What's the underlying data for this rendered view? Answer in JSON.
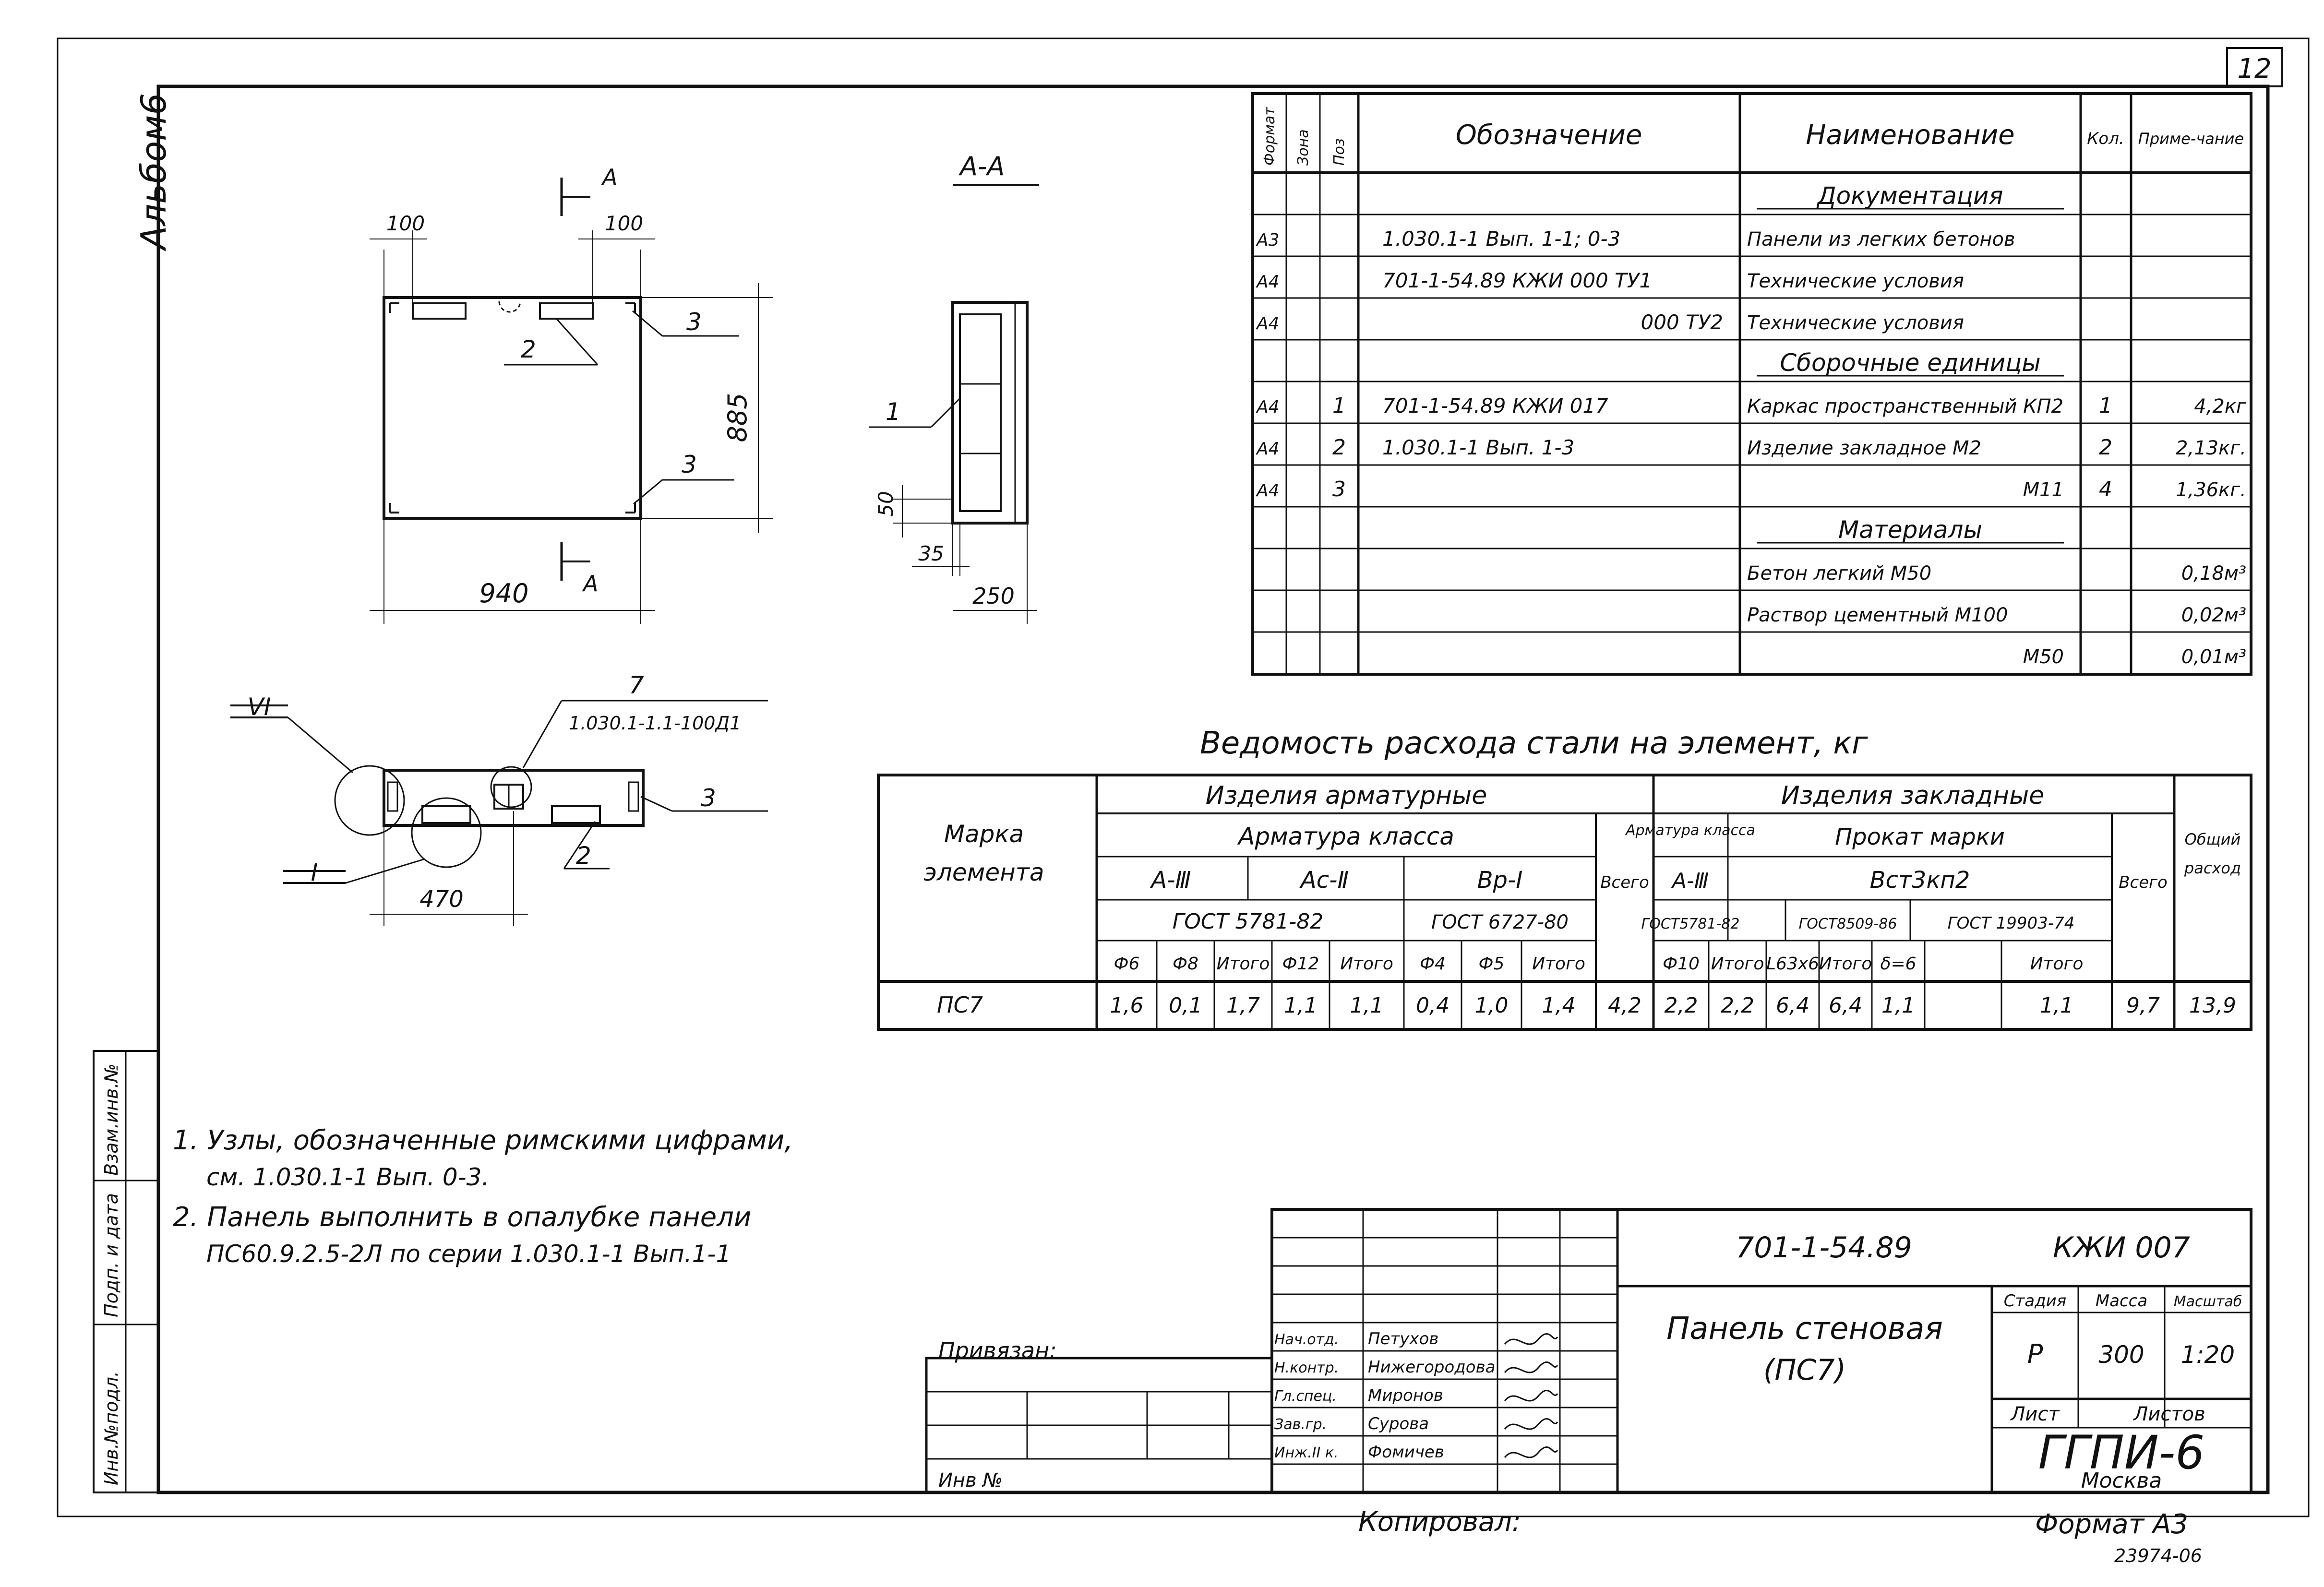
{
  "sheet": {
    "number": "12",
    "album": "Альбом6",
    "copied": "Копировал: ",
    "format": "Формат А3",
    "order_no": "23974-06"
  },
  "drawing": {
    "dim_100_left": "100",
    "dim_100_right": "100",
    "dim_885": "885",
    "dim_940": "940",
    "section_mark": "А",
    "section_title": "А-А",
    "dim_50": "50",
    "dim_35": "35",
    "dim_250": "250",
    "dim_470": "470",
    "callout_1": "1",
    "callout_2": "2",
    "callout_3": "3",
    "callout_7": "7",
    "node_VI": "VI",
    "node_I": "I",
    "node_ref": "1.030.1-1.1-100Д1"
  },
  "spec": {
    "headers": [
      "Формат",
      "Зона",
      "Поз",
      "Обозначение",
      "Наименование",
      "Кол.",
      "Приме-чание"
    ],
    "rows": [
      {
        "fmt": "",
        "pos": "",
        "code": "",
        "name": "Документация",
        "qty": "",
        "note": "",
        "heading": true
      },
      {
        "fmt": "А3",
        "pos": "",
        "code": "1.030.1-1 Вып. 1-1; 0-3",
        "name": "Панели из легких бетонов",
        "qty": "",
        "note": ""
      },
      {
        "fmt": "А4",
        "pos": "",
        "code": "701-1-54.89 КЖИ 000 ТУ1",
        "name": "Технические условия",
        "qty": "",
        "note": ""
      },
      {
        "fmt": "А4",
        "pos": "",
        "code": "000 ТУ2",
        "name": "Технические условия",
        "qty": "",
        "note": ""
      },
      {
        "fmt": "",
        "pos": "",
        "code": "",
        "name": "Сборочные единицы",
        "qty": "",
        "note": "",
        "heading": true
      },
      {
        "fmt": "А4",
        "pos": "1",
        "code": "701-1-54.89 КЖИ 017",
        "name": "Каркас пространственный КП2",
        "qty": "1",
        "note": "4,2кг"
      },
      {
        "fmt": "А4",
        "pos": "2",
        "code": "1.030.1-1 Вып. 1-3",
        "name": "Изделие закладное М2",
        "qty": "2",
        "note": "2,13кг."
      },
      {
        "fmt": "А4",
        "pos": "3",
        "code": "",
        "name": "М11",
        "qty": "4",
        "note": "1,36кг."
      },
      {
        "fmt": "",
        "pos": "",
        "code": "",
        "name": "Материалы",
        "qty": "",
        "note": "",
        "heading": true
      },
      {
        "fmt": "",
        "pos": "",
        "code": "",
        "name": "Бетон легкий М50",
        "qty": "",
        "note": "0,18м³"
      },
      {
        "fmt": "",
        "pos": "",
        "code": "",
        "name": "Раствор цементный М100",
        "qty": "",
        "note": "0,02м³"
      },
      {
        "fmt": "",
        "pos": "",
        "code": "",
        "name": "М50",
        "qty": "",
        "note": "0,01м³"
      }
    ]
  },
  "steel": {
    "title": "Ведомость расхода стали на элемент, кг",
    "mark_header": "Марка элемента",
    "group1": "Изделия арматурные",
    "group1_sub": "Арматура класса",
    "group2": "Изделия закладные",
    "group2_sub1": "Арматура класса",
    "group2_sub2": "Прокат марки",
    "g1_classes": [
      "А-Ⅲ",
      "Ас-Ⅱ",
      "Вр-Ⅰ"
    ],
    "g1_gosts": [
      "ГОСТ 5781-82",
      "ГОСТ 6727-80"
    ],
    "g2_class": "А-Ⅲ",
    "g2_steel": "Вст3кп2",
    "g2_gosts": [
      "ГОСТ5781-82",
      "ГОСТ8509-86",
      "ГОСТ 19903-74"
    ],
    "total_label": "Всего",
    "overall_label": "Общий расход",
    "col_labels": [
      "Ф6",
      "Ф8",
      "Итого",
      "Ф12",
      "Итого",
      "Ф4",
      "Ф5",
      "Итого",
      "Ф10",
      "Итого",
      "L63x6",
      "Итого",
      "δ=6",
      "",
      "Итого"
    ],
    "row": {
      "mark": "ПС7",
      "cells": [
        "1,6",
        "0,1",
        "1,7",
        "1,1",
        "1,1",
        "0,4",
        "1,0",
        "1,4",
        "4,2",
        "2,2",
        "2,2",
        "6,4",
        "6,4",
        "1,1",
        "",
        "1,1",
        "9,7",
        "13,9"
      ]
    }
  },
  "notes": {
    "n1": "1. Узлы, обозначенные римскими цифрами,",
    "n1b": "см. 1.030.1-1 Вып. 0-3.",
    "n2": "2. Панель выполнить в опалубке панели",
    "n2b": "ПС60.9.2.5-2Л по серии 1.030.1-1 Вып.1-1"
  },
  "stamp": {
    "code": "701-1-54.89",
    "code2": "КЖИ 007",
    "title": "Панель стеновая",
    "title2": "(ПС7)",
    "bound": "Привязан:",
    "inv": "Инв №",
    "stage_label": "Стадия",
    "mass_label": "Масса",
    "scale_label": "Масштаб",
    "stage": "Р",
    "mass": "300",
    "scale": "1:20",
    "sheet_label": "Лист",
    "sheets_label": "Листов",
    "org": "ГГПИ-6",
    "city": "Москва",
    "roles": [
      {
        "role": "Нач.отд.",
        "name": "Петухов"
      },
      {
        "role": "Н.контр.",
        "name": "Нижегородова"
      },
      {
        "role": "Гл.спец.",
        "name": "Миронов"
      },
      {
        "role": "Зав.гр.",
        "name": "Сурова"
      },
      {
        "role": "Инж.II к.",
        "name": "Фомичев"
      }
    ]
  },
  "margin": {
    "inv_orig": "Инв.№подл.",
    "sign_date": "Подп. и дата",
    "replace": "Взам.инв.№"
  }
}
